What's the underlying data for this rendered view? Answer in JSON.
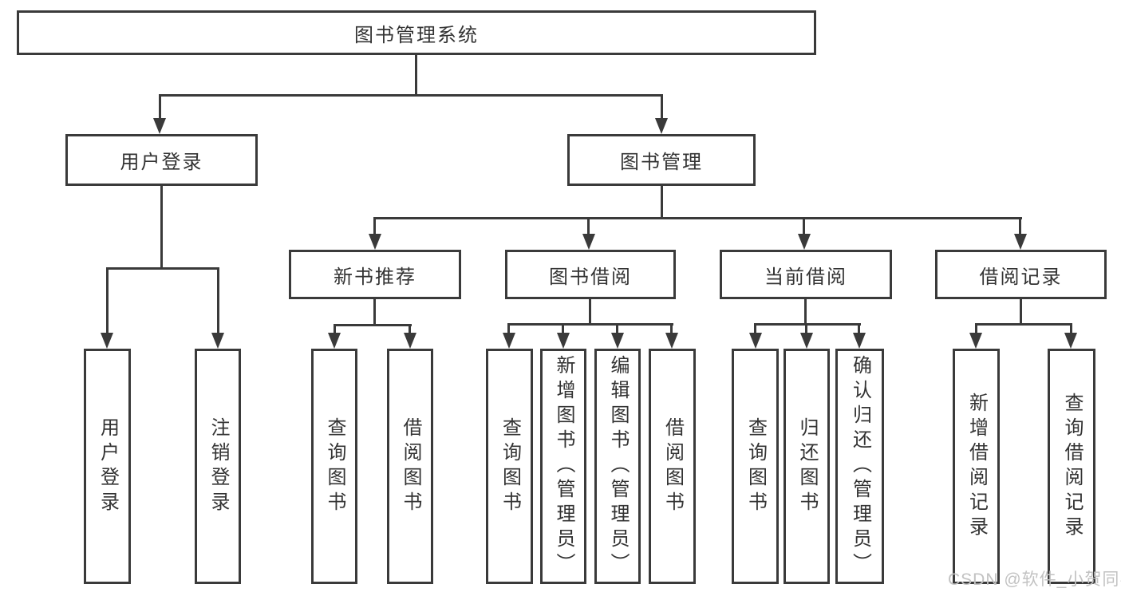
{
  "tree": {
    "label": "图书管理系统",
    "children": [
      {
        "label": "用户登录",
        "children": [
          {
            "label": "用户登录"
          },
          {
            "label": "注销登录"
          }
        ]
      },
      {
        "label": "图书管理",
        "children": [
          {
            "label": "新书推荐",
            "children": [
              {
                "label": "查询图书"
              },
              {
                "label": "借阅图书"
              }
            ]
          },
          {
            "label": "图书借阅",
            "children": [
              {
                "label": "查询图书"
              },
              {
                "label": "新增图书（管理员）"
              },
              {
                "label": "编辑图书（管理员）"
              },
              {
                "label": "借阅图书"
              }
            ]
          },
          {
            "label": "当前借阅",
            "children": [
              {
                "label": "查询图书"
              },
              {
                "label": "归还图书"
              },
              {
                "label": "确认归还（管理员）"
              }
            ]
          },
          {
            "label": "借阅记录",
            "children": [
              {
                "label": "新增借阅记录"
              },
              {
                "label": "查询借阅记录"
              }
            ]
          }
        ]
      }
    ]
  },
  "watermark": "CSDN @软件_小贺同学",
  "colors": {
    "line": "#3a3a3a",
    "text": "#333333",
    "background": "#ffffff",
    "watermark": "#c2c2c2"
  }
}
